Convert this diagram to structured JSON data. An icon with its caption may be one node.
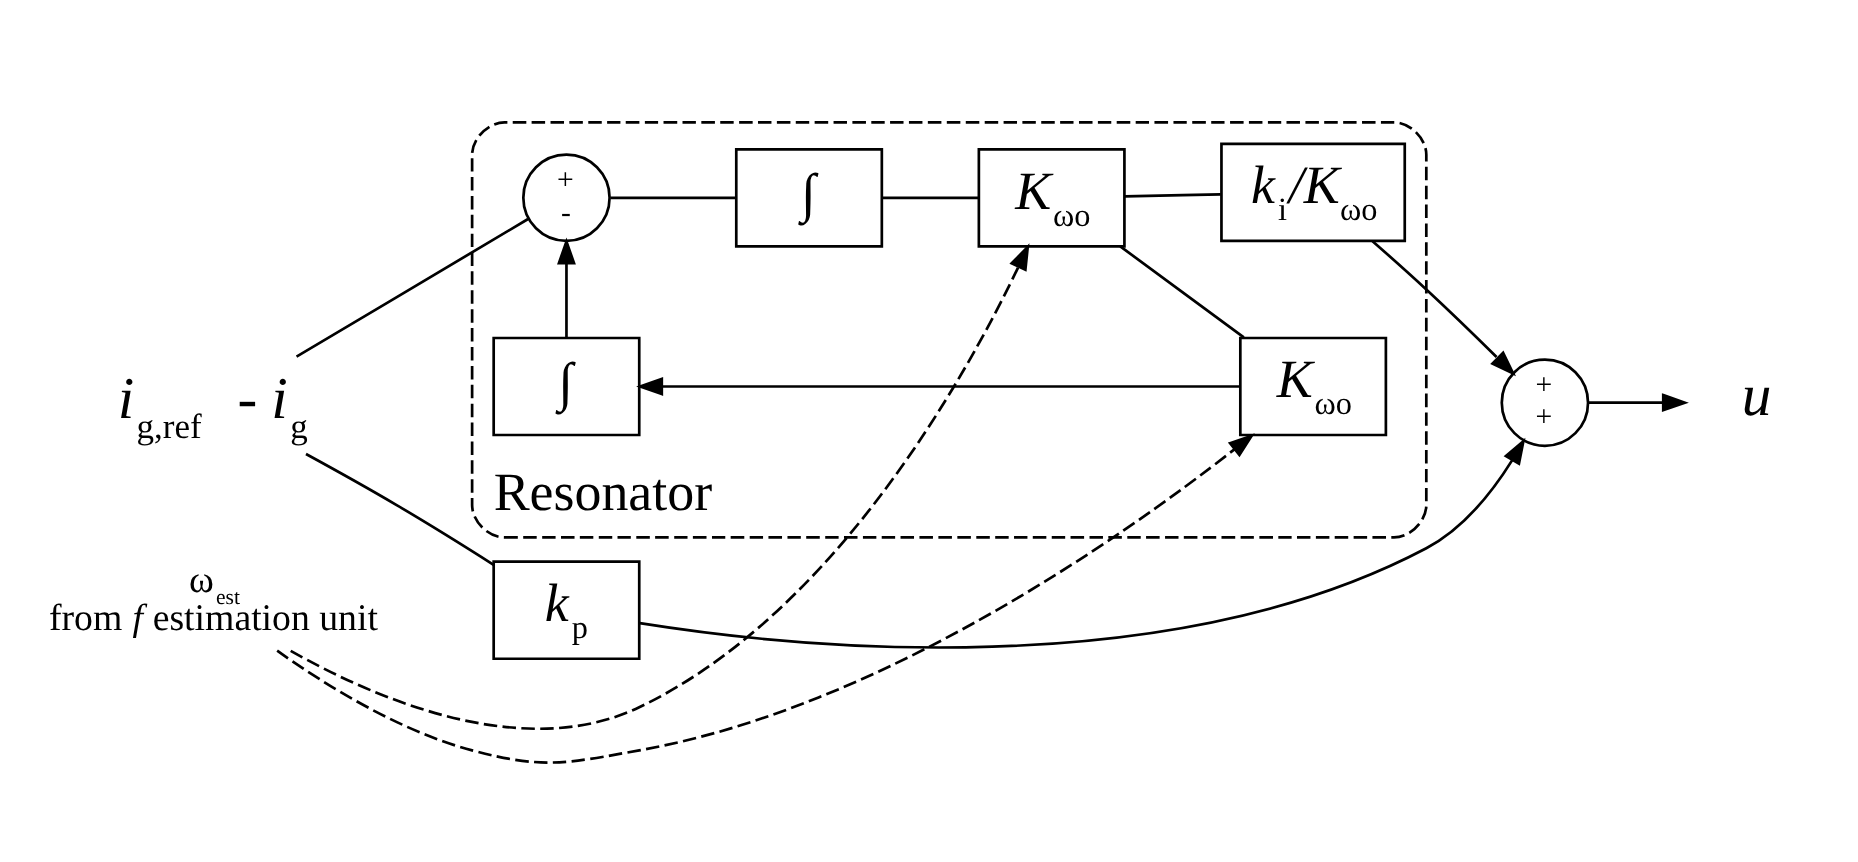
{
  "diagram": {
    "nodes": [
      {
        "text": [
          "*i*$_{g,ref}$ - *i*$_{g}$"
        ]
      },
      {
        "text": [
          "Resonator"
        ]
      },
      {
        "text": [
          "+",
          "-"
        ],
        "in": 1
      },
      {
        "text": [
          "∫"
        ],
        "in": 1
      },
      {
        "text": [
          "*K*$_{ωo}$"
        ],
        "in": 1
      },
      {
        "text": [
          "*k*$_{i}$*/K*$_{ωo}$"
        ],
        "in": 1
      },
      {
        "text": [
          "∫"
        ],
        "in": 1
      },
      {
        "text": [
          "*K*$_{ωo}$"
        ],
        "in": 1
      },
      {
        "text": [
          "*k*$_{p}$"
        ]
      },
      {
        "text": [
          "+",
          "+"
        ]
      },
      {
        "text": [
          "*u*"
        ]
      },
      {
        "text": [
          "ω$_{est}$",
          "from *f* estimation unit"
        ]
      }
    ],
    "edges": [
      {
        "from": 0,
        "to": 2,
        "arrow": "none"
      },
      {
        "from": 0,
        "to": 8,
        "arrow": "none"
      },
      {
        "from": 8,
        "to": 9,
        "arrow": "to"
      },
      {
        "from": 2,
        "to": 3,
        "arrow": "none"
      },
      {
        "from": 3,
        "to": 4,
        "arrow": "none"
      },
      {
        "from": 4,
        "to": 5,
        "arrow": "none"
      },
      {
        "from": 4,
        "to": 7,
        "arrow": "none"
      },
      {
        "from": 7,
        "to": 6,
        "arrow": "to"
      },
      {
        "from": 6,
        "to": 2,
        "arrow": "to"
      },
      {
        "from": 5,
        "to": 9,
        "arrow": "to"
      },
      {
        "from": 9,
        "to": 10,
        "arrow": "to"
      },
      {
        "from": 11,
        "to": 4,
        "arrow": "to",
        "style": "dashed"
      },
      {
        "from": 11,
        "to": 7,
        "arrow": "to",
        "style": "dashed"
      }
    ]
  }
}
